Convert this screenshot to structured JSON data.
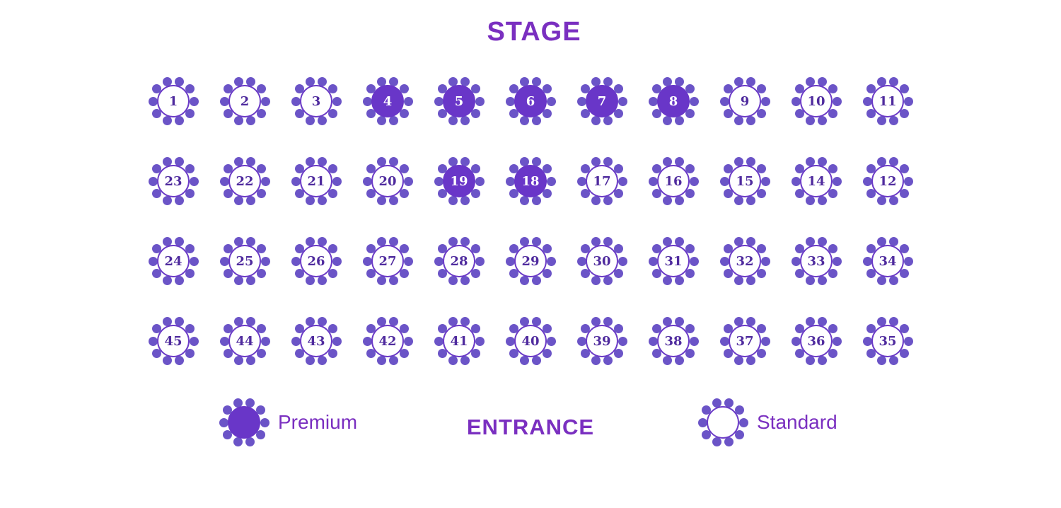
{
  "stage": {
    "label": "STAGE"
  },
  "entrance": {
    "label": "ENTRANCE"
  },
  "legend": {
    "premium": {
      "label": "Premium",
      "tier": "premium"
    },
    "standard": {
      "label": "Standard",
      "tier": "standard"
    }
  },
  "colors": {
    "heading": "#7a2fc0",
    "chair": "#6b54c7",
    "table_border": "#6c3cc7",
    "premium_fill": "#6936c8",
    "premium_number": "#ffffff",
    "standard_fill": "#ffffff",
    "standard_number": "#4f2b9e",
    "background": "#ffffff"
  },
  "rows": [
    {
      "tables": [
        {
          "number": "1",
          "tier": "standard"
        },
        {
          "number": "2",
          "tier": "standard"
        },
        {
          "number": "3",
          "tier": "standard"
        },
        {
          "number": "4",
          "tier": "premium"
        },
        {
          "number": "5",
          "tier": "premium"
        },
        {
          "number": "6",
          "tier": "premium"
        },
        {
          "number": "7",
          "tier": "premium"
        },
        {
          "number": "8",
          "tier": "premium"
        },
        {
          "number": "9",
          "tier": "standard"
        },
        {
          "number": "10",
          "tier": "standard"
        },
        {
          "number": "11",
          "tier": "standard"
        }
      ]
    },
    {
      "tables": [
        {
          "number": "23",
          "tier": "standard"
        },
        {
          "number": "22",
          "tier": "standard"
        },
        {
          "number": "21",
          "tier": "standard"
        },
        {
          "number": "20",
          "tier": "standard"
        },
        {
          "number": "19",
          "tier": "premium"
        },
        {
          "number": "18",
          "tier": "premium"
        },
        {
          "number": "17",
          "tier": "standard"
        },
        {
          "number": "16",
          "tier": "standard"
        },
        {
          "number": "15",
          "tier": "standard"
        },
        {
          "number": "14",
          "tier": "standard"
        },
        {
          "number": "12",
          "tier": "standard"
        }
      ]
    },
    {
      "tables": [
        {
          "number": "24",
          "tier": "standard"
        },
        {
          "number": "25",
          "tier": "standard"
        },
        {
          "number": "26",
          "tier": "standard"
        },
        {
          "number": "27",
          "tier": "standard"
        },
        {
          "number": "28",
          "tier": "standard"
        },
        {
          "number": "29",
          "tier": "standard"
        },
        {
          "number": "30",
          "tier": "standard"
        },
        {
          "number": "31",
          "tier": "standard"
        },
        {
          "number": "32",
          "tier": "standard"
        },
        {
          "number": "33",
          "tier": "standard"
        },
        {
          "number": "34",
          "tier": "standard"
        }
      ]
    },
    {
      "tables": [
        {
          "number": "45",
          "tier": "standard"
        },
        {
          "number": "44",
          "tier": "standard"
        },
        {
          "number": "43",
          "tier": "standard"
        },
        {
          "number": "42",
          "tier": "standard"
        },
        {
          "number": "41",
          "tier": "standard"
        },
        {
          "number": "40",
          "tier": "standard"
        },
        {
          "number": "39",
          "tier": "standard"
        },
        {
          "number": "38",
          "tier": "standard"
        },
        {
          "number": "37",
          "tier": "standard"
        },
        {
          "number": "36",
          "tier": "standard"
        },
        {
          "number": "35",
          "tier": "standard"
        }
      ]
    }
  ]
}
